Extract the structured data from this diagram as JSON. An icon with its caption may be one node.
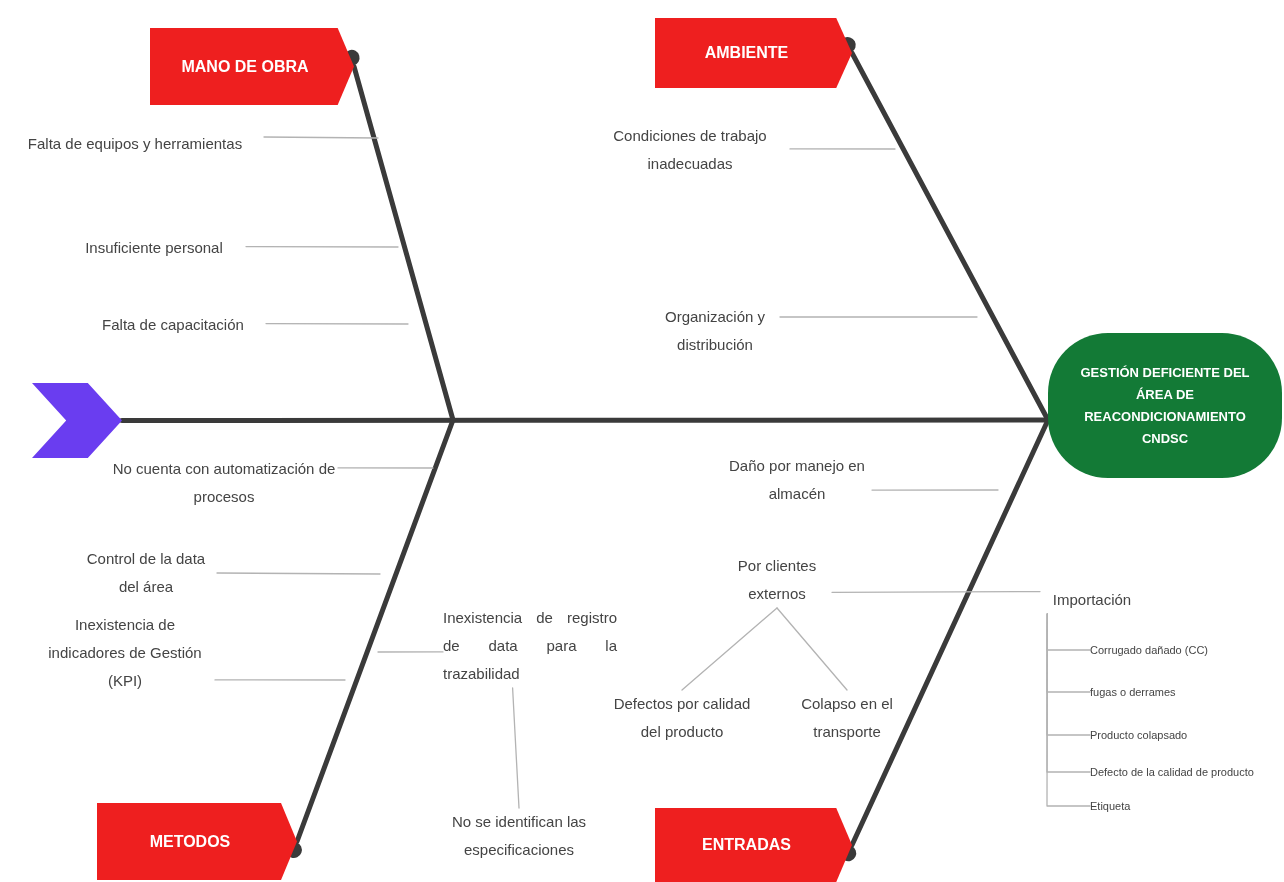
{
  "diagram": {
    "nodes": [
      {
        "text": [],
        "shape": "chevron"
      },
      {
        "text": [
          "GESTIÓN DEFICIENTE  DEL ÁREA DE REACONDICIONAMIENTO CNDSC"
        ]
      },
      {
        "text": [
          "MANO DE OBRA"
        ]
      },
      {
        "text": [
          "Falta de equipos y herramientas"
        ]
      },
      {
        "text": [
          "Insuficiente personal"
        ]
      },
      {
        "text": [
          "Falta de capacitación"
        ]
      },
      {
        "text": [
          "AMBIENTE"
        ]
      },
      {
        "text": [
          "Condiciones de trabajo inadecuadas"
        ]
      },
      {
        "text": [
          "Organización y distribución"
        ]
      },
      {
        "text": [
          "No cuenta con automatización de procesos"
        ]
      },
      {
        "text": [
          "Control de la data del área"
        ]
      },
      {
        "text": [
          "Inexistencia de indicadores de Gestión (KPI)"
        ]
      },
      {
        "text": [
          "Inexistencia de registro de data para la trazabilidad"
        ]
      },
      {
        "text": [
          "No se identifican las especificaciones"
        ]
      },
      {
        "text": [
          "METODOS"
        ]
      },
      {
        "text": [
          "Daño por manejo en almacén"
        ]
      },
      {
        "text": [
          "Por clientes externos"
        ]
      },
      {
        "text": [
          "Importación"
        ]
      },
      {
        "text": [
          "Defectos por calidad del producto"
        ]
      },
      {
        "text": [
          "Colapso en el transporte"
        ]
      },
      {
        "text": [
          "Corrugado dañado (CC)"
        ]
      },
      {
        "text": [
          "fugas o derrames"
        ]
      },
      {
        "text": [
          "Producto colapsado"
        ]
      },
      {
        "text": [
          "Defecto de la calidad de producto"
        ]
      },
      {
        "text": [
          "Etiqueta"
        ]
      },
      {
        "text": [
          "ENTRADAS"
        ]
      }
    ],
    "edges": [
      {
        "from": 0,
        "to": 1,
        "arrow": "none",
        "style": "thick",
        "color": "#3a3a3a"
      },
      {
        "from": 2,
        "to": null,
        "arrow": "other",
        "style": "thick",
        "color": "#3a3a3a"
      },
      {
        "from": 3,
        "to": null,
        "arrow": "none"
      },
      {
        "from": 4,
        "to": null,
        "arrow": "none"
      },
      {
        "from": 5,
        "to": null,
        "arrow": "none"
      },
      {
        "from": 6,
        "to": 1,
        "arrow": "other",
        "style": "thick",
        "color": "#3a3a3a"
      },
      {
        "from": 7,
        "to": null,
        "arrow": "none"
      },
      {
        "from": 8,
        "to": null,
        "arrow": "none"
      },
      {
        "from": 14,
        "to": null,
        "arrow": "other",
        "style": "thick",
        "color": "#3a3a3a"
      },
      {
        "from": 9,
        "to": null,
        "arrow": "none"
      },
      {
        "from": 10,
        "to": null,
        "arrow": "none"
      },
      {
        "from": 11,
        "to": null,
        "arrow": "none"
      },
      {
        "from": 12,
        "to": null,
        "arrow": "none"
      },
      {
        "from": 12,
        "to": 13,
        "arrow": "none"
      },
      {
        "from": 25,
        "to": 1,
        "arrow": "other",
        "style": "thick",
        "color": "#3a3a3a"
      },
      {
        "from": 15,
        "to": null,
        "arrow": "none"
      },
      {
        "from": 16,
        "to": 17,
        "arrow": "none"
      },
      {
        "from": 16,
        "to": 18,
        "arrow": "none"
      },
      {
        "from": 16,
        "to": 19,
        "arrow": "none"
      },
      {
        "from": 17,
        "to": 20,
        "arrow": "none"
      },
      {
        "from": 17,
        "to": 21,
        "arrow": "none"
      },
      {
        "from": 17,
        "to": 22,
        "arrow": "none"
      },
      {
        "from": 17,
        "to": 23,
        "arrow": "none"
      },
      {
        "from": 17,
        "to": 24,
        "arrow": "none"
      }
    ]
  }
}
